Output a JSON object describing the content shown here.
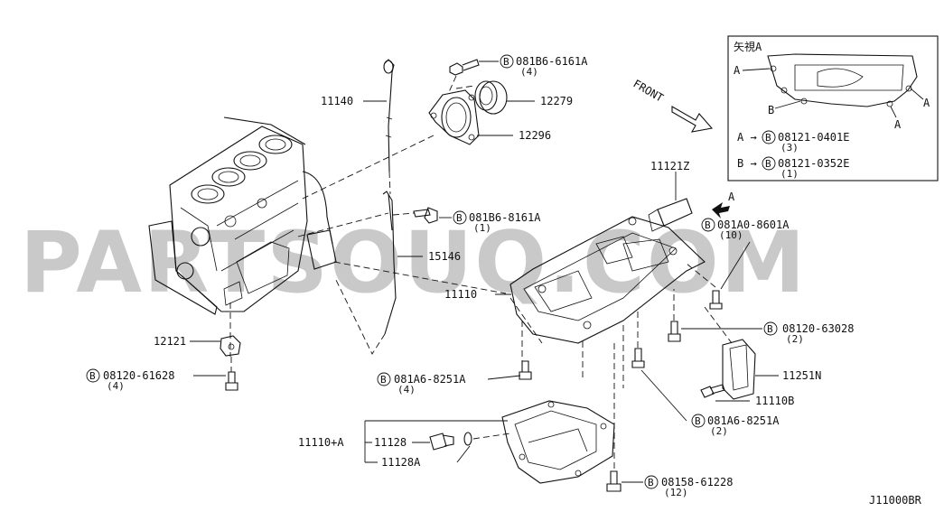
{
  "watermark": "PARTSOUQ.COM",
  "diagram_code": "J11000BR",
  "front_label": "FRONT",
  "view_a": {
    "title": "矢視A",
    "marker_a": "A",
    "marker_b": "B",
    "legend_a_arrow": "A →",
    "legend_a_part": "08121-0401E",
    "legend_a_qty": "(3)",
    "legend_b_arrow": "B →",
    "legend_b_part": "08121-0352E",
    "legend_b_qty": "(1)"
  },
  "view_arrow_label": "A",
  "bolt_prefix": "B",
  "parts": {
    "p11140": "11140",
    "p15146": "15146",
    "p12279": "12279",
    "p12296": "12296",
    "p11121z": "11121Z",
    "p11110": "11110",
    "p12121": "12121",
    "p11251n": "11251N",
    "p11110b": "11110B",
    "p11110a": "11110+A",
    "p11128": "11128",
    "p11128a": "11128A"
  },
  "bolts": {
    "b1": {
      "part": "081B6-6161A",
      "qty": "(4)"
    },
    "b2": {
      "part": "081B6-8161A",
      "qty": "(1)"
    },
    "b3": {
      "part": "081A0-8601A",
      "qty": "(10)"
    },
    "b4": {
      "part": "08120-63028",
      "qty": "(2)"
    },
    "b5": {
      "part": "08120-61628",
      "qty": "(4)"
    },
    "b6": {
      "part": "081A6-8251A",
      "qty": "(4)"
    },
    "b7": {
      "part": "081A6-8251A",
      "qty": "(2)"
    },
    "b8": {
      "part": "08158-61228",
      "qty": "(12)"
    }
  }
}
